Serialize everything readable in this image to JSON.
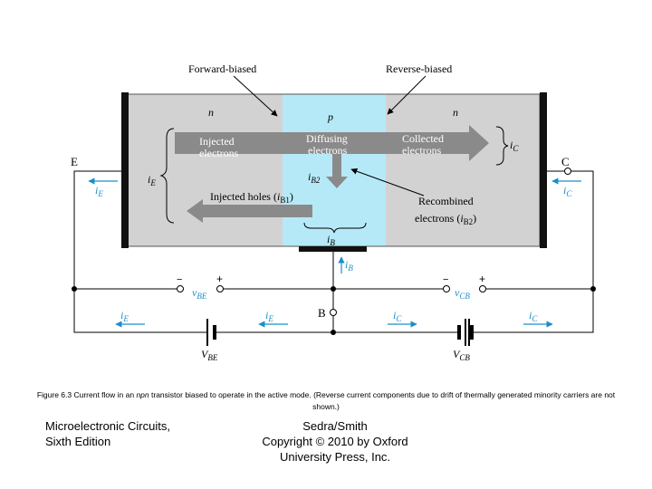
{
  "diagram": {
    "forward_biased": "Forward-biased",
    "reverse_biased": "Reverse-biased",
    "region_n_left": "n",
    "region_p": "p",
    "region_n_right": "n",
    "injected_electrons_1": "Injected",
    "injected_electrons_2": "electrons",
    "diffusing_electrons_1": "Diffusing",
    "diffusing_electrons_2": "electrons",
    "collected_electrons_1": "Collected",
    "collected_electrons_2": "electrons",
    "injected_holes": "Injected holes (",
    "ib1_main": "i",
    "ib1_sub": "B1",
    "ib1_close": ")",
    "recombined_1": "Recombined",
    "recombined_2": "electrons (",
    "ib2_main": "i",
    "ib2_sub": "B2",
    "ib2_close": ")",
    "ib2_label_main": "i",
    "ib2_label_sub": "B2",
    "emitter": "E",
    "collector": "C",
    "base": "B",
    "iE_main": "i",
    "iE_sub": "E",
    "iC_main": "i",
    "iC_sub": "C",
    "iB_main": "i",
    "iB_sub": "B",
    "vBE_main": "v",
    "vBE_sub": "BE",
    "vCB_main": "v",
    "vCB_sub": "CB",
    "VBE_main": "V",
    "VBE_sub": "BE",
    "VCB_main": "V",
    "VCB_sub": "CB",
    "minus": "−",
    "plus": "+"
  },
  "caption": {
    "prefix": "Figure 6.3 Current flow in an ",
    "npn": "npn",
    "suffix": " transistor biased to operate in the active mode. (Reverse current components due to drift of thermally generated minority carriers are not shown.)"
  },
  "footer": {
    "book_line1": "Microelectronic Circuits,",
    "book_line2": "Sixth Edition",
    "author_line1": "Sedra/Smith",
    "author_line2": "Copyright © 2010 by Oxford",
    "author_line3": "University Press, Inc."
  },
  "colors": {
    "n_region": "#d2d2d2",
    "p_region": "#b6e9f7",
    "arrow_gray": "#8a8a8a",
    "current_blue": "#1a8fc8",
    "wire": "#000000"
  }
}
